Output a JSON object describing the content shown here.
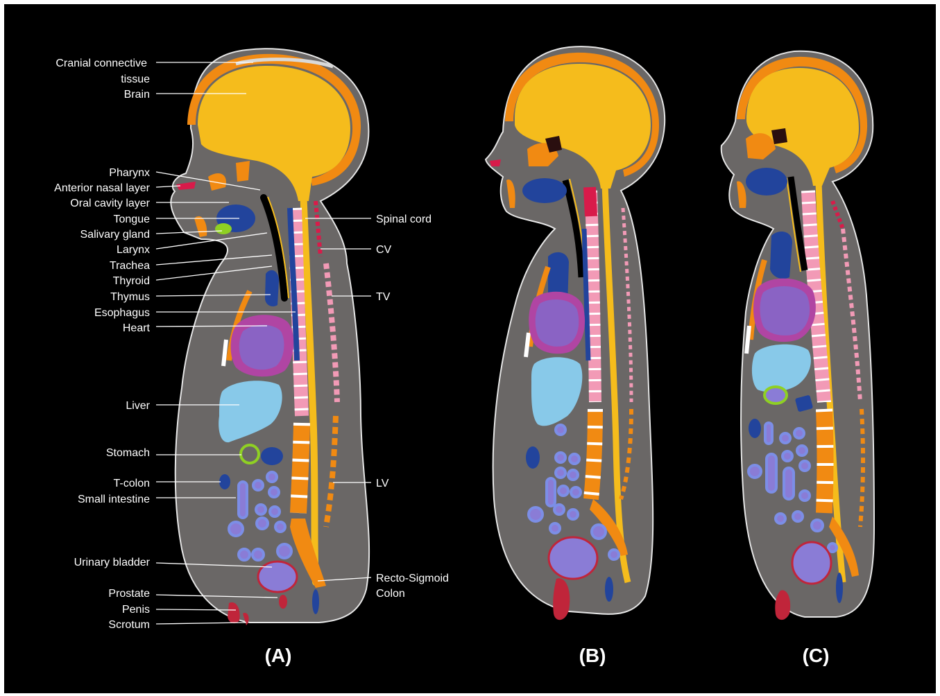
{
  "colors": {
    "background": "#000000",
    "body": "#6a6766",
    "brain": "#f5bc1c",
    "cranial_tissue": "#f18a12",
    "skull_cap": "#d9d9d9",
    "spinal_cord": "#f5bc1c",
    "cervical_vertebrae": "#d81b4a",
    "thoracic_vertebrae": "#f29ab6",
    "lumbar_vertebrae": "#f18a12",
    "discs": "#ffffff",
    "heart": "#b045a3",
    "heart_inner": "#8a63c4",
    "liver": "#88c9e9",
    "thymus": "#22449c",
    "tongue": "#22449c",
    "salivary": "#8fd023",
    "stomach_ring": "#8fd023",
    "small_intestine": "#7c8ee6",
    "bladder_ring": "#c0253a",
    "bladder_fill": "#8a7cd6",
    "genitals": "#c0253a",
    "airway": "#000000"
  },
  "labels_left": [
    {
      "id": "cranial",
      "lines": [
        "Cranial  connective",
        "tissue"
      ]
    },
    {
      "id": "brain",
      "lines": [
        "Brain"
      ]
    },
    {
      "id": "pharynx",
      "lines": [
        "Pharynx"
      ]
    },
    {
      "id": "nasal",
      "lines": [
        "Anterior nasal layer"
      ]
    },
    {
      "id": "oral",
      "lines": [
        "Oral cavity layer"
      ]
    },
    {
      "id": "tongue",
      "lines": [
        "Tongue"
      ]
    },
    {
      "id": "salivary",
      "lines": [
        "Salivary gland"
      ]
    },
    {
      "id": "larynx",
      "lines": [
        "Larynx"
      ]
    },
    {
      "id": "trachea",
      "lines": [
        "Trachea"
      ]
    },
    {
      "id": "thyroid",
      "lines": [
        "Thyroid"
      ]
    },
    {
      "id": "thymus",
      "lines": [
        "Thymus"
      ]
    },
    {
      "id": "esophagus",
      "lines": [
        "Esophagus"
      ]
    },
    {
      "id": "heart",
      "lines": [
        "Heart"
      ]
    },
    {
      "id": "liver",
      "lines": [
        "Liver"
      ]
    },
    {
      "id": "stomach",
      "lines": [
        "Stomach"
      ]
    },
    {
      "id": "tcolon",
      "lines": [
        "T-colon"
      ]
    },
    {
      "id": "smallint",
      "lines": [
        "Small intestine"
      ]
    },
    {
      "id": "bladder",
      "lines": [
        "Urinary bladder"
      ]
    },
    {
      "id": "prostate",
      "lines": [
        "Prostate"
      ]
    },
    {
      "id": "penis",
      "lines": [
        "Penis"
      ]
    },
    {
      "id": "scrotum",
      "lines": [
        "Scrotum"
      ]
    }
  ],
  "labels_right": [
    {
      "id": "spinalcord",
      "lines": [
        "Spinal cord"
      ]
    },
    {
      "id": "cv",
      "lines": [
        "CV"
      ]
    },
    {
      "id": "tv",
      "lines": [
        "TV"
      ]
    },
    {
      "id": "lv",
      "lines": [
        "LV"
      ]
    },
    {
      "id": "rectosigmoid",
      "lines": [
        "Recto-Sigmoid",
        "Colon"
      ]
    }
  ],
  "captions": [
    "(A)",
    "(B)",
    "(C)"
  ]
}
